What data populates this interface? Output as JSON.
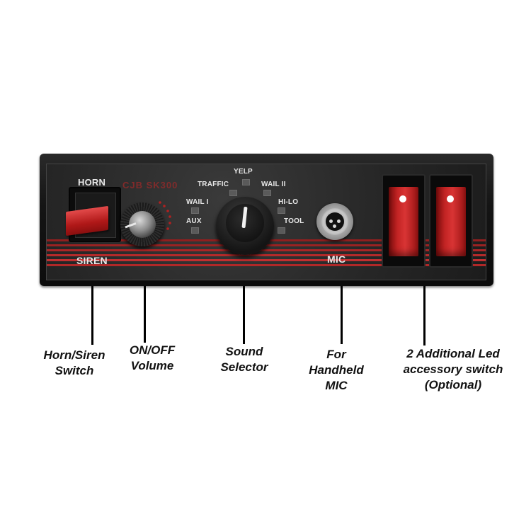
{
  "panel": {
    "brand": "CJB SK300",
    "horn_label": "HORN",
    "siren_label": "SIREN",
    "mic_label": "MIC",
    "modes": [
      "TRAFFIC",
      "YELP",
      "WAIL II",
      "WAIL I",
      "HI-LO",
      "AUX",
      "TOOL"
    ]
  },
  "callouts": {
    "horn_siren": [
      "Horn/Siren",
      "Switch"
    ],
    "volume": [
      "ON/OFF",
      "Volume"
    ],
    "sound": [
      "Sound",
      "Selector"
    ],
    "mic": [
      "For",
      "Handheld",
      "MIC"
    ],
    "led": [
      "2 Additional Led",
      "accessory switch",
      "(Optional)"
    ]
  },
  "colors": {
    "accent_red": "#c32424",
    "panel_dark": "#1c1c1c",
    "stripe_red": "#8f1f1f"
  }
}
